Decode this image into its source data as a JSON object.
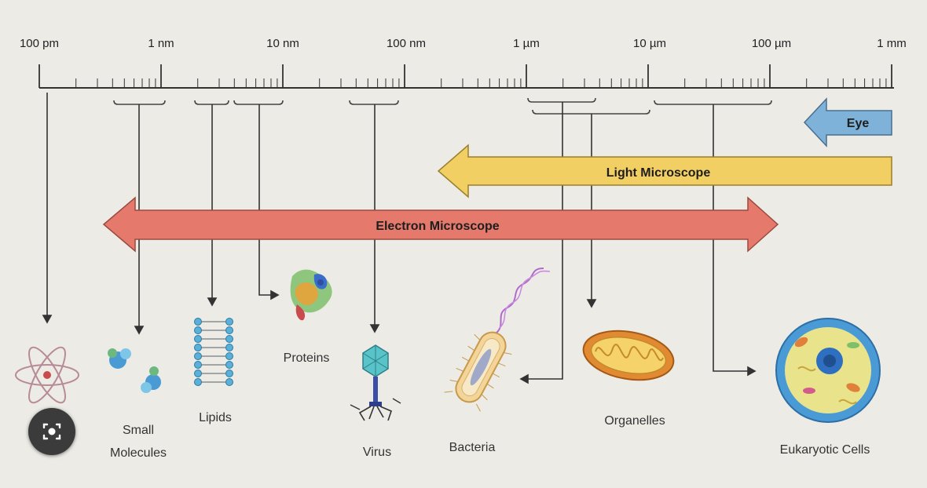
{
  "scale": {
    "labels": [
      "100 pm",
      "1 nm",
      "10 nm",
      "100 nm",
      "1 µm",
      "10 µm",
      "100 µm",
      "1 mm"
    ]
  },
  "bars": {
    "eye": "Eye",
    "light_microscope": "Light Microscope",
    "electron_microscope": "Electron Microscope"
  },
  "items": {
    "small_molecules_line1": "Small",
    "small_molecules_line2": "Molecules",
    "lipids": "Lipids",
    "proteins": "Proteins",
    "virus": "Virus",
    "bacteria": "Bacteria",
    "organelles": "Organelles",
    "eukaryotic_cells": "Eukaryotic Cells"
  },
  "colors": {
    "eye_arrow": "#7fb2d8",
    "light_arrow": "#f1cf63",
    "electron_arrow": "#e57a6c",
    "connector": "#333333"
  },
  "overlay": {
    "lens_button_icon": "camera-search-icon"
  }
}
